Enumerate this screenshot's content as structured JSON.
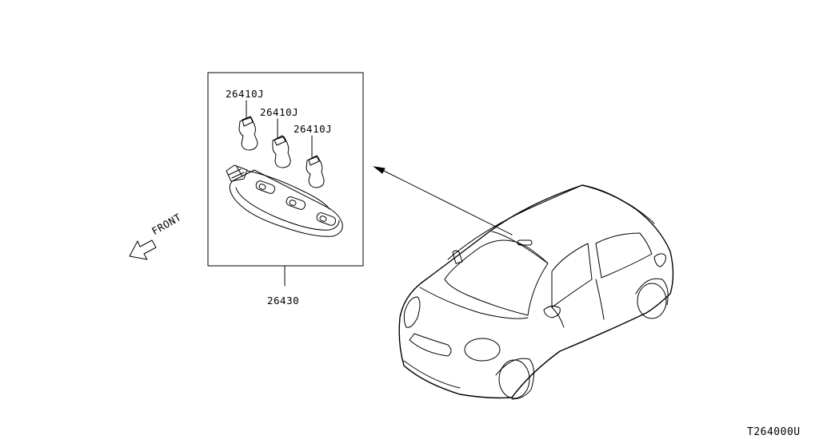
{
  "diagram": {
    "parts": {
      "bulb_1": "26410J",
      "bulb_2": "26410J",
      "bulb_3": "26410J",
      "room_lamp_assembly": "26430"
    },
    "direction_label": "FRONT",
    "figure_code": "T264000U"
  }
}
